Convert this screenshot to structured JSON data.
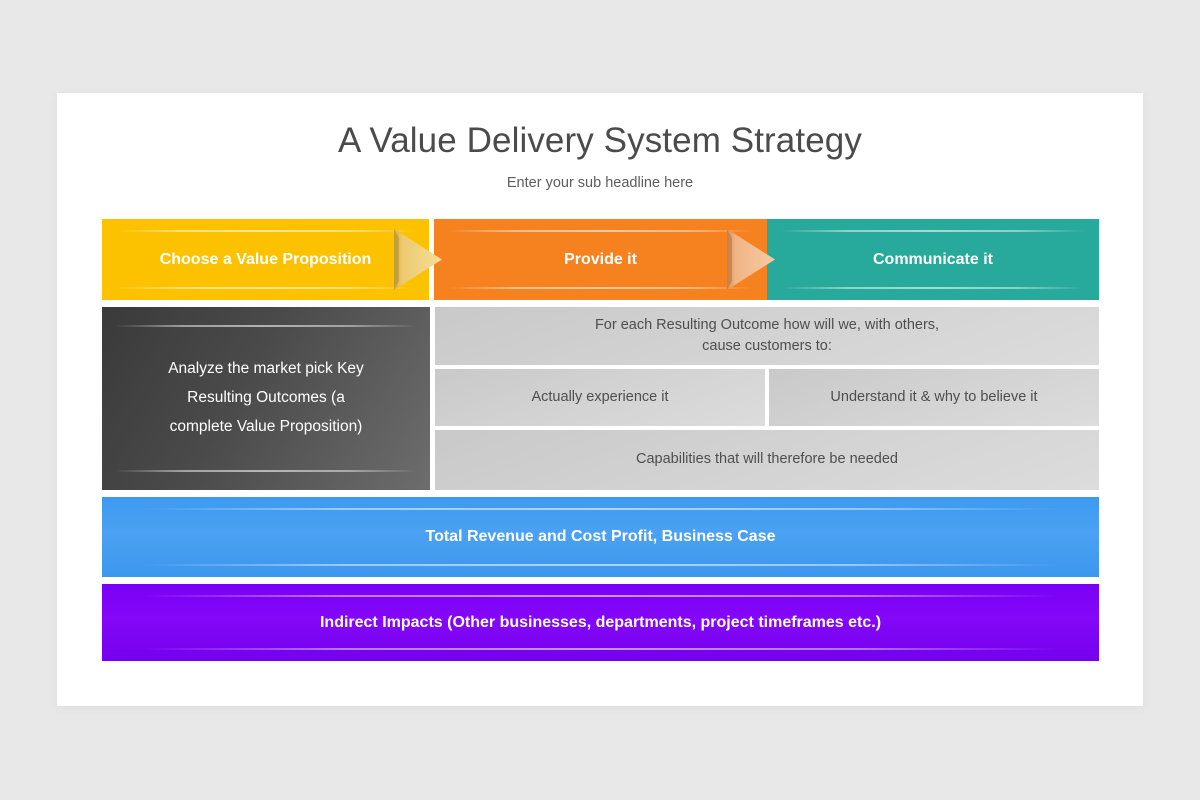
{
  "slide": {
    "title": "A Value Delivery System Strategy",
    "subtitle": "Enter your sub headline here"
  },
  "process_steps": [
    {
      "label": "Choose a Value Proposition",
      "color": "#FCC200",
      "arrow_color": "#F0D075"
    },
    {
      "label": "Provide it",
      "color": "#F5821F",
      "arrow_color": "#F3B984"
    },
    {
      "label": "Communicate it",
      "color": "#27A99B",
      "arrow_color": ""
    }
  ],
  "analysis_panel": {
    "label": "Analyze the market pick Key Resulting Outcomes (a complete Value Proposition)",
    "line1": "Analyze the market pick Key",
    "line2": "Resulting Outcomes (a",
    "line3": "complete Value Proposition)",
    "color": "#4A4A4A"
  },
  "outcome_boxes": {
    "header_line1": "For each Resulting Outcome how will we, with others,",
    "header_line2": "cause customers to:",
    "experience": "Actually experience it",
    "understand": "Understand it & why to believe it",
    "capabilities": "Capabilities that will therefore be needed",
    "color": "#D2D2D2"
  },
  "summary_bars": [
    {
      "label": "Total Revenue and Cost Profit, Business Case",
      "color": "#3D9AF0"
    },
    {
      "label": "Indirect Impacts (Other businesses, departments, project timeframes etc.)",
      "color": "#7A00F5"
    }
  ],
  "theme": {
    "background": "#E8E8E9",
    "card": "#FFFFFF",
    "title_color": "#4B4B4B"
  }
}
